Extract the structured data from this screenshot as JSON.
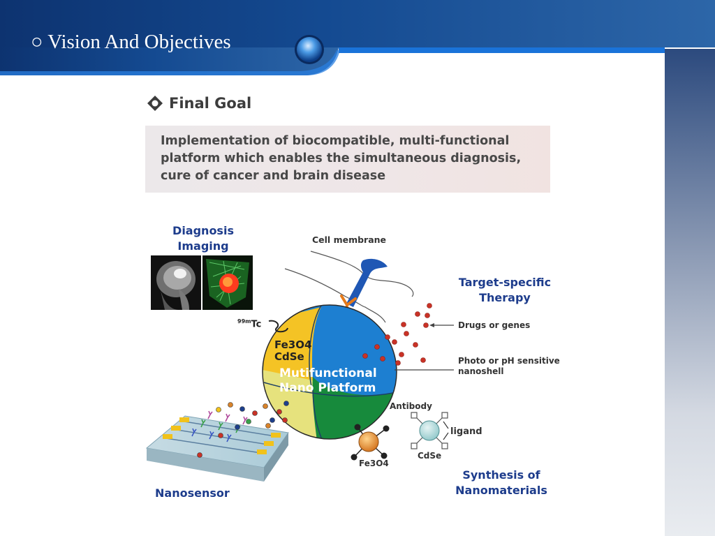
{
  "header": {
    "title": "○ Vision And Objectives"
  },
  "goal": {
    "heading": "Final Goal",
    "text": "Implementation of biocompatible, multi-functional platform which enables the simultaneous diagnosis, cure of cancer and brain disease"
  },
  "diagram": {
    "diagnosis_line1": "Diagnosis",
    "diagnosis_line2": "Imaging",
    "cell_membrane": "Cell membrane",
    "target_line1": "Target-specific",
    "target_line2": "Therapy",
    "drugs": "Drugs or genes",
    "photo_line1": "Photo or pH sensitive",
    "photo_line2": "nanoshell",
    "tc_sup": "99m",
    "tc": "Tc",
    "fe3o4": "Fe3O4",
    "cdse": "CdSe",
    "platform_line1": "Mutifunctional",
    "platform_line2": "Nano Platform",
    "antibody": "Antibody",
    "ligand": "ligand",
    "np_fe3o4": "Fe3O4",
    "np_cdse": "CdSe",
    "synthesis_line1": "Synthesis of",
    "synthesis_line2": "Nanomaterials",
    "nanosensor": "Nanosensor"
  },
  "colors": {
    "header_dark": "#0d3370",
    "header_mid": "#1c5aa6",
    "accent_line": "#1a73d9",
    "label_blue": "#1d3c8c",
    "sphere_yellow": "#f4c325",
    "sphere_blue": "#1d7fd1",
    "sphere_green": "#178a3c",
    "drug_red": "#c93226"
  }
}
